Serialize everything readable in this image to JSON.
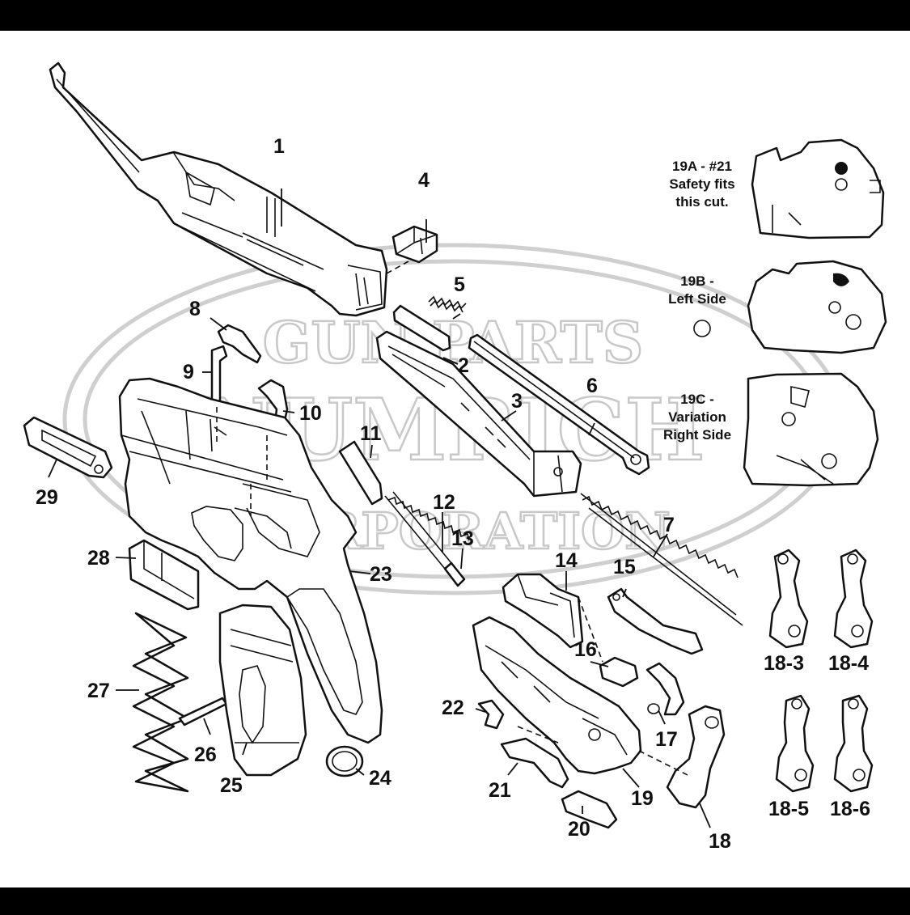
{
  "watermark": {
    "line1": "GUN PARTS",
    "line2": "NUMRICH",
    "line3": "CORPORATION"
  },
  "labels": {
    "p1": "1",
    "p2": "2",
    "p3": "3",
    "p4": "4",
    "p5": "5",
    "p6": "6",
    "p7": "7",
    "p8": "8",
    "p9": "9",
    "p10": "10",
    "p11": "11",
    "p12": "12",
    "p13": "13",
    "p14": "14",
    "p15": "15",
    "p16": "16",
    "p17": "17",
    "p18": "18",
    "p19": "19",
    "p20": "20",
    "p21": "21",
    "p22": "22",
    "p23": "23",
    "p24": "24",
    "p25": "25",
    "p26": "26",
    "p27": "27",
    "p28": "28",
    "p29": "29",
    "p18_3": "18-3",
    "p18_4": "18-4",
    "p18_5": "18-5",
    "p18_6": "18-6"
  },
  "notes": {
    "n19a": [
      "19A - #21",
      "Safety fits",
      "this cut."
    ],
    "n19b": [
      "19B -",
      "Left Side"
    ],
    "n19c": [
      "19C -",
      "Variation",
      "Right Side"
    ]
  }
}
